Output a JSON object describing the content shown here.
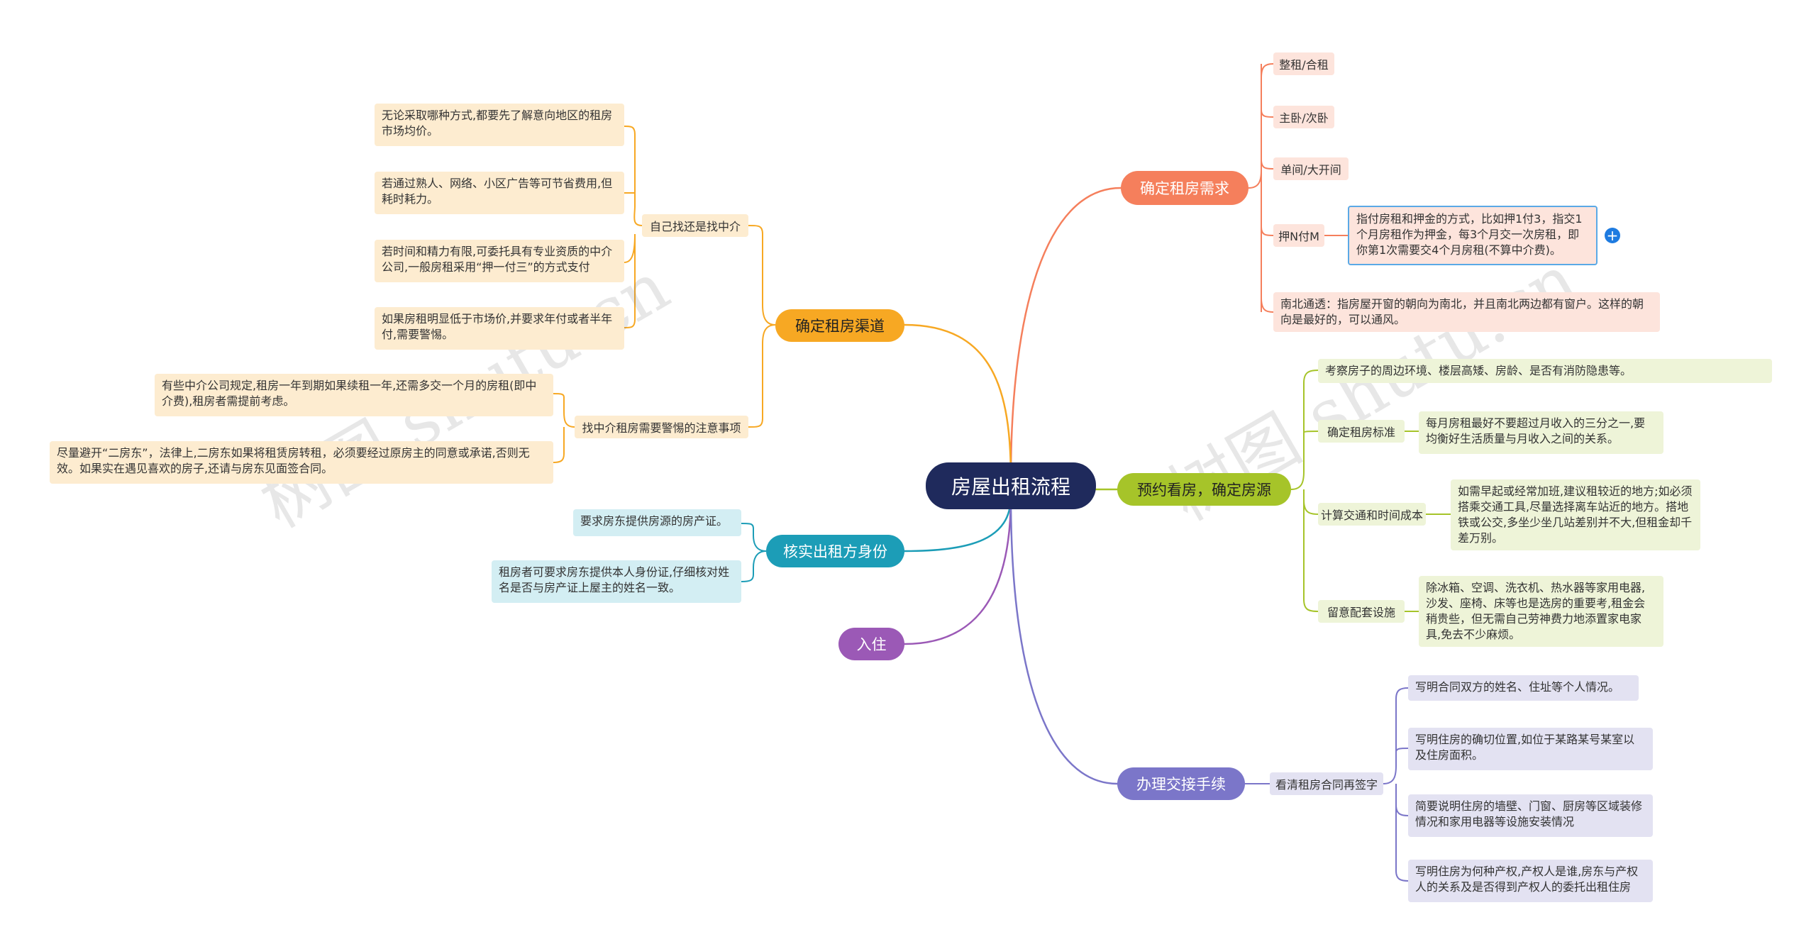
{
  "root": "房屋出租流程",
  "colors": {
    "root": "#1f2a5c",
    "requirements": "#f57f5c",
    "channel": "#f7a823",
    "viewing": "#a6c429",
    "verify": "#1c9db7",
    "movein": "#9b59b6",
    "contract": "#7b76c9"
  },
  "requirements": {
    "label": "确定租房需求",
    "items": [
      "整租/合租",
      "主卧/次卧",
      "单间/大开间",
      "押N付M",
      "南北通透：指房屋开窗的朝向为南北，并且南北两边都有窗户。这样的朝向是最好的，可以通风。"
    ],
    "deposit_note": "指付房租和押金的方式，比如押1付3，指交1个月房租作为押金，每3个月交一次房租，即你第1次需要交4个月房租(不算中介费)。",
    "expand": "+"
  },
  "channel": {
    "label": "确定租房渠道",
    "self_or_agent": {
      "label": "自己找还是找中介",
      "items": [
        "无论采取哪种方式,都要先了解意向地区的租房市场均价。",
        "若通过熟人、网络、小区广告等可节省费用,但耗时耗力。",
        "若时间和精力有限,可委托具有专业资质的中介公司,一般房租采用“押一付三”的方式支付",
        "如果房租明显低于市场价,并要求年付或者半年付,需要警惕。"
      ]
    },
    "agent_notes": {
      "label": "找中介租房需要警惕的注意事项",
      "items": [
        "有些中介公司规定,租房一年到期如果续租一年,还需多交一个月的房租(即中介费),租房者需提前考虑。",
        "尽量避开“二房东”，法律上,二房东如果将租赁房转租，必须要经过原房主的同意或承诺,否则无效。如果实在遇见喜欢的房子,还请与房东见面签合同。"
      ]
    }
  },
  "viewing": {
    "label": "预约看房，确定房源",
    "inspect": "考察房子的周边环境、楼层高矮、房龄、是否有消防隐患等。",
    "rent_standard": {
      "label": "确定租房标准",
      "note": "每月房租最好不要超过月收入的三分之一,要均衡好生活质量与月收入之间的关系。"
    },
    "commute": {
      "label": "计算交通和时间成本",
      "note": "如需早起或经常加班,建议租较近的地方;如必须搭乘交通工具,尽量选择离车站近的地方。搭地铁或公交,多坐少坐几站差别并不大,但租金却千差万别。"
    },
    "facilities": {
      "label": "留意配套设施",
      "note": "除冰箱、空调、洗衣机、热水器等家用电器,沙发、座椅、床等也是选房的重要考,租金会稍贵些，但无需自己劳神费力地添置家电家具,免去不少麻烦。"
    }
  },
  "verify": {
    "label": "核实出租方身份",
    "items": [
      "要求房东提供房源的房产证。",
      "租房者可要求房东提供本人身份证,仔细核对姓名是否与房产证上屋主的姓名一致。"
    ]
  },
  "movein": {
    "label": "入住"
  },
  "contract": {
    "label": "办理交接手续",
    "sub": {
      "label": "看清租房合同再签字",
      "items": [
        "写明合同双方的姓名、住址等个人情况。",
        "写明住房的确切位置,如位于某路某号某室以及住房面积。",
        "简要说明住房的墙壁、门窗、厨房等区域装修情况和家用电器等设施安装情况",
        "写明住房为何种产权,产权人是谁,房东与产权人的关系及是否得到产权人的委托出租住房"
      ]
    }
  },
  "watermarks": [
    "树图 shutu.cn",
    "树图 shutu.cn"
  ]
}
